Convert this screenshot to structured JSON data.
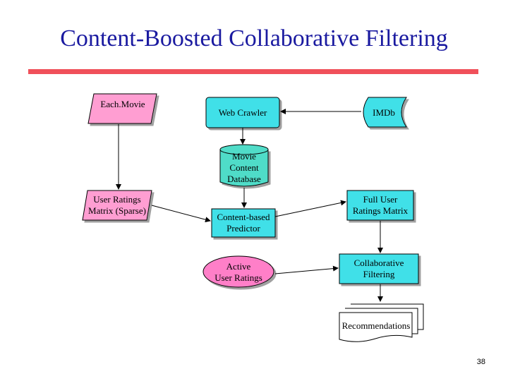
{
  "slide": {
    "title": "Content-Boosted Collaborative Filtering",
    "page_number": "38"
  },
  "nodes": {
    "eachmovie": "Each.Movie",
    "web_crawler": "Web Crawler",
    "imdb": "IMDb",
    "movie_db": "Movie\nContent\nDatabase",
    "user_ratings": "User Ratings\nMatrix (Sparse)",
    "cb_predictor": "Content-based\nPredictor",
    "full_matrix": "Full User\nRatings Matrix",
    "active_ratings": "Active\nUser Ratings",
    "collab_filtering": "Collaborative\nFiltering",
    "recommendations": "Recommendations"
  },
  "colors": {
    "title": "#1a1aa0",
    "rule": "#f0505a",
    "eachmovie_fill": "#ff9ed2",
    "web_crawler_fill": "#40e0e8",
    "imdb_fill": "#40e0e8",
    "movie_db_fill": "#50dcc8",
    "user_ratings_fill": "#ff9ed2",
    "cb_predictor_fill": "#40e0e8",
    "full_matrix_fill": "#40e0e8",
    "active_ratings_fill": "#ff7fc8",
    "collab_filtering_fill": "#40e0e8",
    "recommendations_fill": "#ffffff"
  }
}
